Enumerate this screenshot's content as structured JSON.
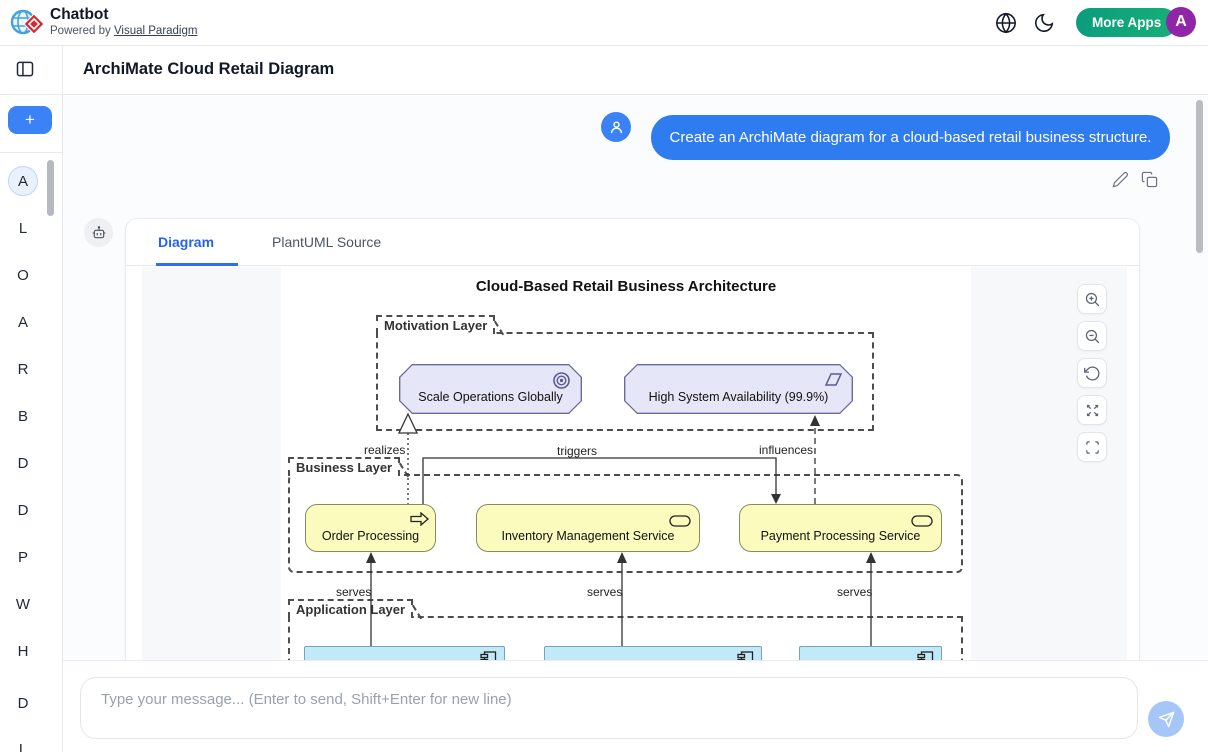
{
  "header": {
    "app_title": "Chatbot",
    "powered_by_prefix": "Powered by ",
    "powered_by_link": "Visual Paradigm",
    "more_apps_label": "More Apps",
    "avatar_letter": "A"
  },
  "page": {
    "title": "ArchiMate Cloud Retail Diagram"
  },
  "sidebar": {
    "items": [
      {
        "label": "A",
        "active": true
      },
      {
        "label": "L",
        "active": false
      },
      {
        "label": "O",
        "active": false
      },
      {
        "label": "A",
        "active": false
      },
      {
        "label": "R",
        "active": false
      },
      {
        "label": "B",
        "active": false
      },
      {
        "label": "D",
        "active": false
      },
      {
        "label": "D",
        "active": false
      },
      {
        "label": "P",
        "active": false
      },
      {
        "label": "W",
        "active": false
      },
      {
        "label": "H",
        "active": false
      },
      {
        "label": "D",
        "active": false
      },
      {
        "label": "L",
        "active": false
      }
    ]
  },
  "chat": {
    "user_message": "Create an ArchiMate diagram for a cloud-based retail business structure.",
    "tabs": [
      {
        "label": "Diagram",
        "active": true
      },
      {
        "label": "PlantUML Source",
        "active": false
      }
    ]
  },
  "diagram": {
    "title": "Cloud-Based Retail Business Architecture",
    "motivation_layer": {
      "label": "Motivation Layer",
      "goal": "Scale Operations Globally",
      "outcome": "High System Availability (99.9%)"
    },
    "business_layer": {
      "label": "Business Layer",
      "process": "Order Processing",
      "service1": "Inventory Management Service",
      "service2": "Payment Processing Service"
    },
    "application_layer": {
      "label": "Application Layer"
    },
    "relations": {
      "realizes": "realizes",
      "triggers": "triggers",
      "influences": "influences",
      "serves1": "serves",
      "serves2": "serves",
      "serves3": "serves"
    }
  },
  "composer": {
    "placeholder": "Type your message... (Enter to send, Shift+Enter for new line)"
  },
  "icons": {
    "logo": "globe-with-red-diamond",
    "language": "globe",
    "theme": "crescent-moon",
    "sidebar_toggle": "split-panel",
    "new_chat": "plus",
    "user": "person",
    "bot": "robot",
    "message_actions": [
      "pencil",
      "copy"
    ],
    "zoom_controls": [
      "zoom-in",
      "zoom-out",
      "reset",
      "expand",
      "fullscreen"
    ],
    "send": "paper-plane",
    "archimate": [
      "goal-target",
      "outcome-parallelogram",
      "process-arrow",
      "service-stadium",
      "component"
    ]
  },
  "colors": {
    "accent_blue": "#3b82f6",
    "bubble_blue": "#2f7bf0",
    "tab_active_blue": "#2563eb",
    "more_apps_gradient": [
      "#0a9c7d",
      "#17b077"
    ],
    "avatar_purple": "#9125a8",
    "motivation_fill": "#e6e6f9",
    "motivation_border": "#6a6a96",
    "business_fill": "#fbfbbe",
    "business_border": "#8b8b60",
    "application_fill": "#c2e9f9",
    "application_border": "#7aa2b5"
  }
}
